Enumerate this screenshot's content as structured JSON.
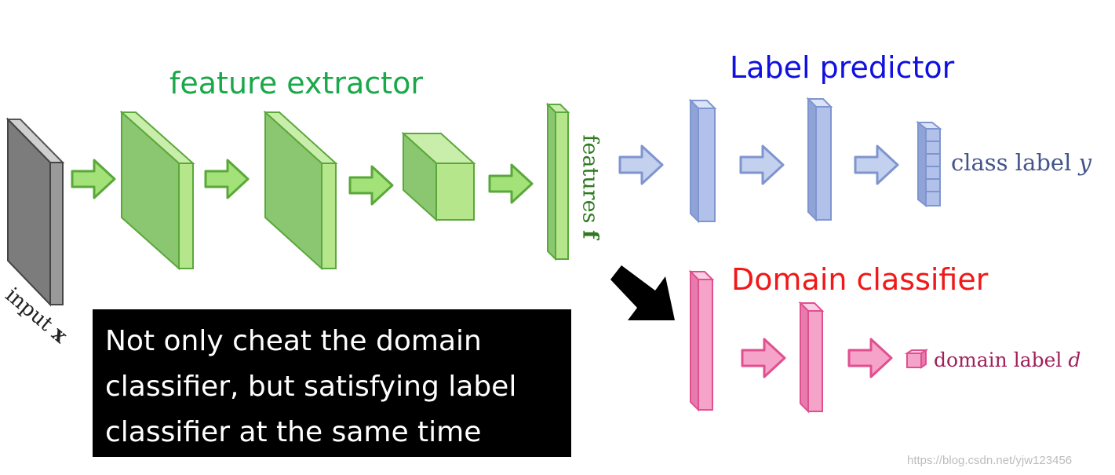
{
  "sections": {
    "feature_extractor_title": "feature extractor",
    "label_predictor_title": "Label predictor",
    "domain_classifier_title": "Domain classifier"
  },
  "labels": {
    "input_text": "input",
    "input_var": "x",
    "features_text": "features",
    "features_var": "f",
    "class_text": "class label",
    "class_var": "y",
    "domain_text": "domain label",
    "domain_var": "d"
  },
  "note": {
    "lines": [
      "Not only cheat the domain",
      "classifier, but satisfying label",
      "classifier at the same time"
    ]
  },
  "watermark": "https://blog.csdn.net/yjw123456",
  "colors": {
    "feature_green": "#1aa84a",
    "predictor_blue": "#1010e0",
    "domain_red": "#f01818",
    "note_background": "#000000"
  },
  "icons": [
    "right-arrow-icon",
    "down-right-arrow-icon"
  ]
}
